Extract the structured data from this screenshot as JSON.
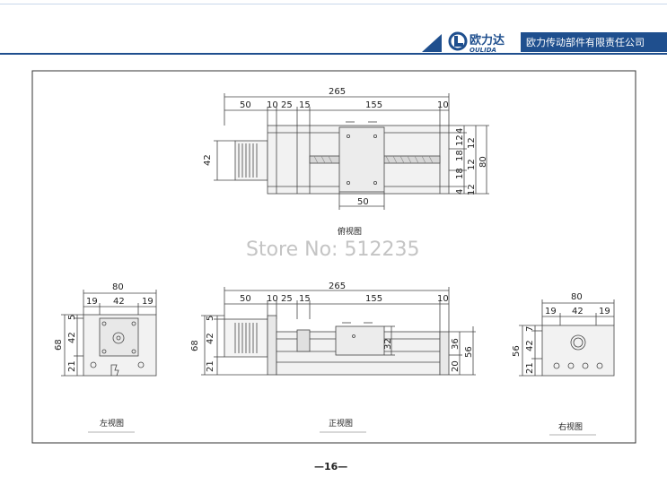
{
  "header": {
    "brand_cn": "欧力达",
    "brand_en": "OULIDA",
    "company": "欧力传动部件有限责任公司"
  },
  "watermark": "Store No: 512235",
  "page_number": "—16—",
  "views": {
    "top": {
      "label": "俯视图",
      "overall_length": "265",
      "segments": [
        "50",
        "10",
        "25",
        "15",
        "155",
        "10"
      ],
      "motor_height": "42",
      "carriage_width": "50",
      "right_dims_inner": [
        "4",
        "12",
        "18",
        "18",
        "4",
        "12"
      ],
      "right_dims_outer": [
        "12",
        "12"
      ],
      "overall_width": "80"
    },
    "left": {
      "label": "左视图",
      "width": "80",
      "h_segments": [
        "19",
        "42",
        "19"
      ],
      "height": "68",
      "v_segments": [
        "5",
        "42",
        "21"
      ]
    },
    "front": {
      "label": "正视图",
      "overall_length": "265",
      "segments": [
        "50",
        "10",
        "25",
        "15",
        "155",
        "10"
      ],
      "height": "68",
      "v_segments": [
        "5",
        "42",
        "21"
      ],
      "carriage_height": "32",
      "right_dims": [
        "36",
        "20"
      ],
      "overall_right": "56"
    },
    "right": {
      "label": "右视图",
      "width": "80",
      "h_segments": [
        "19",
        "42",
        "19"
      ],
      "height": "56",
      "v_segments": [
        "7",
        "42",
        "21"
      ]
    }
  }
}
